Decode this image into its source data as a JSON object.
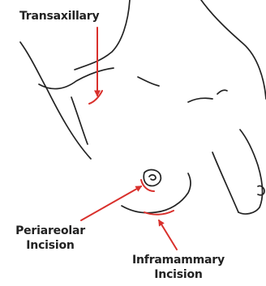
{
  "labels": {
    "transaxillary": "Transaxillary",
    "periareolar": [
      "Periareolar",
      "Incision"
    ],
    "inframammary": [
      "Inframammary",
      "Incision"
    ]
  },
  "colors": {
    "outline": "#222222",
    "accent": "#d9302c"
  }
}
